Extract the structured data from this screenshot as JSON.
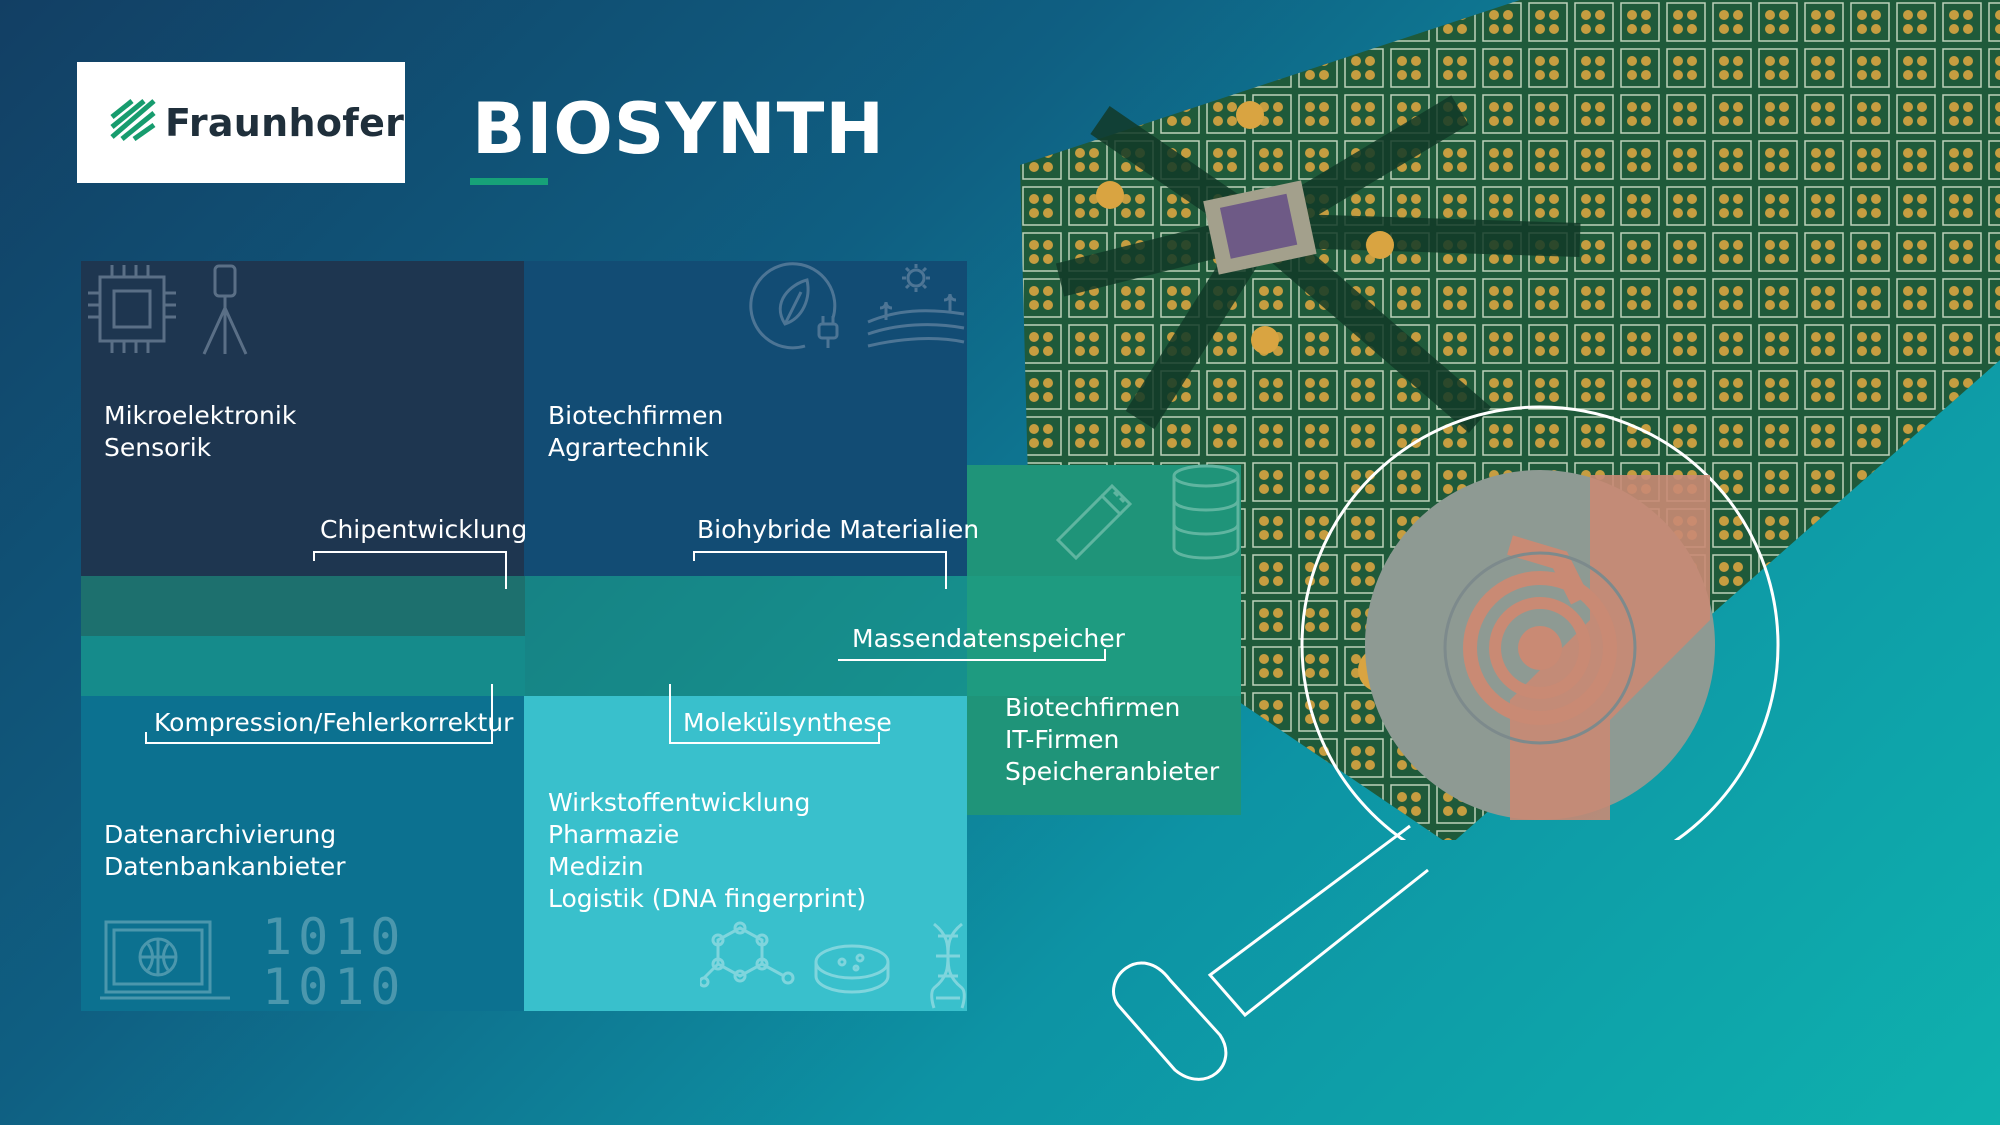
{
  "logo": {
    "brand": "Fraunhofer"
  },
  "title": "BIOSYNTH",
  "tiles": {
    "top_left": {
      "lines": [
        "Mikroelektronik",
        "Sensorik"
      ]
    },
    "top_right": {
      "lines": [
        "Biotechfirmen",
        "Agrartechnik"
      ]
    },
    "right": {
      "lines": [
        "Biotechfirmen",
        "IT-Firmen",
        "Speicheranbieter"
      ]
    },
    "bottom_left": {
      "lines": [
        "Datenarchivierung",
        "Datenbankanbieter"
      ]
    },
    "bottom_right": {
      "lines": [
        "Wirkstoffentwicklung",
        "Pharmazie",
        "Medizin",
        "Logistik (DNA fingerprint)"
      ]
    }
  },
  "connectors": {
    "chip": "Chipentwicklung",
    "bio": "Biohybride Materialien",
    "storage": "Massendatenspeicher",
    "compression": "Kompression/Fehlerkorrektur",
    "molecule": "Molekülsynthese"
  },
  "binary": {
    "row1": "1010",
    "row2": "1010"
  },
  "icons": [
    "chip-icon",
    "tripod-sensor-icon",
    "leaf-plug-icon",
    "field-sun-icon",
    "usb-stick-icon",
    "database-icon",
    "laptop-globe-icon",
    "molecule-icon",
    "petri-dish-icon",
    "dna-icon",
    "magnifier-icon"
  ],
  "colors": {
    "accent_green": "#17a178",
    "dark_tile": "#1e3650",
    "blue_tile": "#124c74",
    "green_tile": "#1f9479",
    "teal_tile": "#0c7190",
    "cyan_tile": "#39c0cc"
  }
}
